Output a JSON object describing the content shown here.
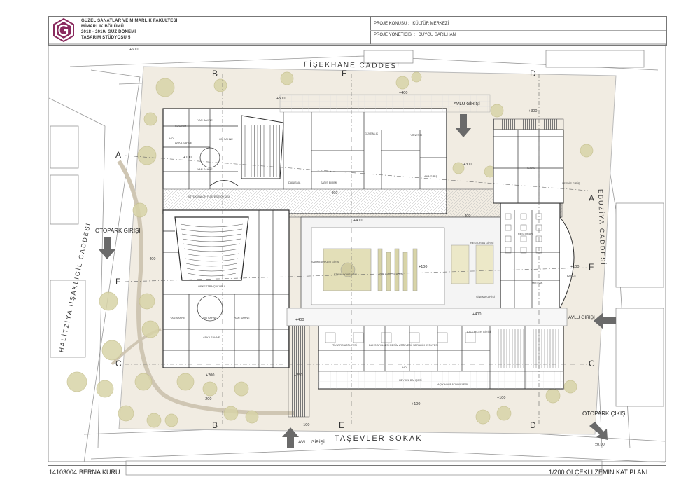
{
  "header": {
    "school_line1": "GÜZEL SANATLAR VE MİMARLIK FAKÜLTESİ",
    "school_line2": "MİMARLIK BÖLÜMÜ",
    "school_line3": "2018 - 2019/ GÜZ DÖNEMİ",
    "school_line4": "TASARIM STÜDYOSU 5",
    "project_topic_label": "PROJE KONUSU :",
    "project_topic_value": "KÜLTÜR MERKEZİ",
    "project_manager_label": "PROJE YÖNETİCİSİ :",
    "project_manager_value": "DUYGU SARILHAN"
  },
  "streets": {
    "north": "FİŞEKHANE CADDESİ",
    "south": "TAŞEVLER SOKAK",
    "west": "HALİTZİYA UŞAKLIGİL CADDESİ",
    "east": "EBUZİYA CADDESİ"
  },
  "entrances": {
    "avlu_north": "AVLU GİRİŞİ",
    "avlu_east": "AVLU GİRİŞİ",
    "avlu_south": "AVLU GİRİŞİ",
    "otopark_in": "OTOPARK GİRİŞİ",
    "otopark_out": "OTOPARK ÇIKIŞI"
  },
  "section_marks": {
    "b": "B",
    "e": "E",
    "d": "D",
    "a": "A",
    "f": "F",
    "c": "C"
  },
  "levels": {
    "l600": "+600",
    "l500": "+500",
    "l400": "+400",
    "l300": "+300",
    "l250": "+250",
    "l200": "+200",
    "l100": "+100",
    "l000": "±0.00"
  },
  "rooms": {
    "buyuk_salon_fuaye": "BÜYÜK SALON FUAYESİ(500 KİŞİ)",
    "on_sahne": "ÖN SAHNE",
    "yan_sahne": "YAN SAHNE",
    "arka_sahne": "ARKA SAHNE",
    "orkestra_cukuru": "ORKESTRA ÇUKURU",
    "restoran": "RESTORAN",
    "restoran_girisi": "RESTORAN GİRİŞİ",
    "sinema_girisi": "SİNEMA GİRİŞİ",
    "etkinlik_avlusu": "ETKİNLİK AVLUSU",
    "acik_hava_sergi": "AÇIK HAVA SERGİSİ",
    "acik_hava_atolye": "AÇIK HAVA ATÖLYELERİ",
    "heykel_bahcesi": "HEYKEL BAHÇESİ",
    "ana_giris": "ANA GİRİŞ",
    "yonetim": "YÖNETİM",
    "guvenlik": "GÜVENLİK",
    "hol": "HOL",
    "dans_atolye": "DANS ATÖLYESİ",
    "resim_atolye": "RESİM ATÖLYESİ",
    "seramik_atolye": "SERAMİK ATÖLYESİ",
    "tiyatro_atolye": "TİYATRO ATÖLYESİ",
    "atolyeler_girisi": "ATÖLYELER GİRİŞİ",
    "satis_birimi": "SATIŞ BİRİMİ",
    "danisma": "DANIŞMA",
    "servis_girisi": "SERVİS GİRİŞİ",
    "kostum": "KOSTÜM",
    "teras": "TERAS",
    "mutfak": "MUTFAK",
    "sahne_arkasi": "SAHNE ARKASI GİRİŞİ",
    "bahce": "BAHÇE"
  },
  "footer": {
    "student_no": "14103004",
    "student_name": "BERNA KURU",
    "drawing_title": "1/200 ÖLÇEKLİ ZEMİN KAT PLANI"
  },
  "colors": {
    "accent_logo": "#8a2a5e",
    "site_fill": "#f1ece2",
    "tree_fill": "#d8d4a8",
    "wall": "#2b2b2b",
    "arrow": "#6a6a6a"
  }
}
